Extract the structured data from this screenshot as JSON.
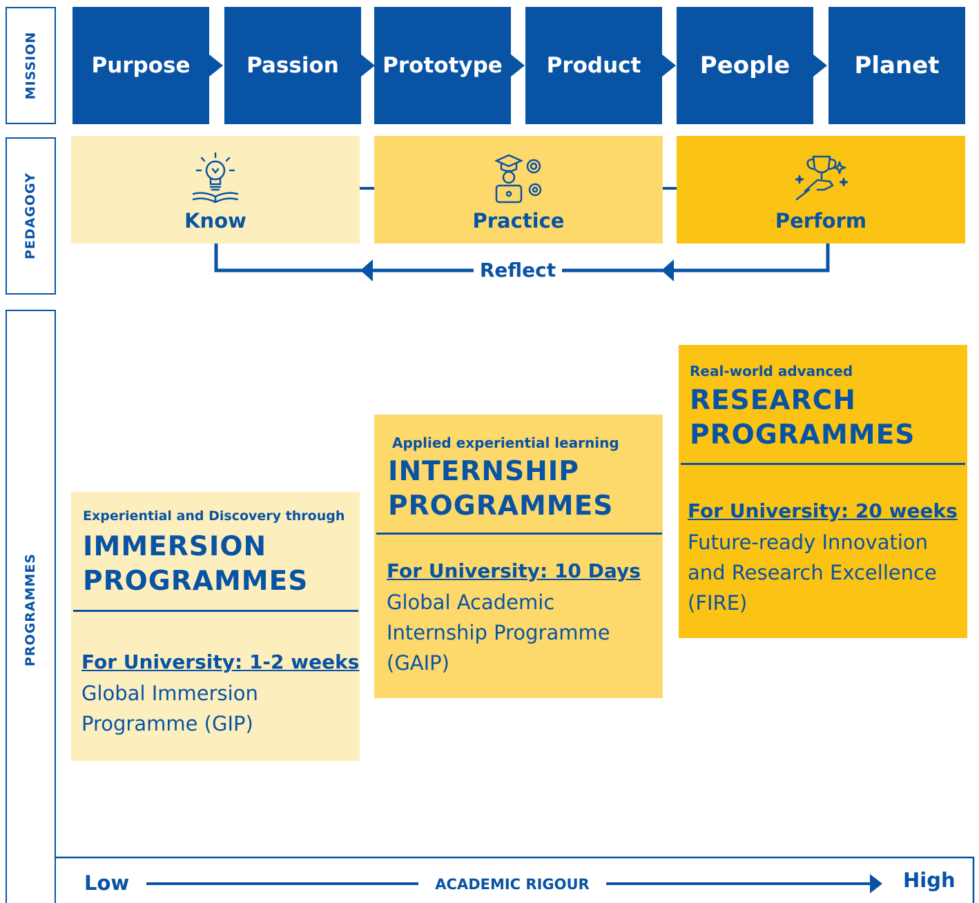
{
  "side_labels": {
    "mission": "MISSION",
    "pedagogy": "PEDAGOGY",
    "programmes": "PROGRAMMES"
  },
  "mission_steps": [
    "Purpose",
    "Passion",
    "Prototype",
    "Product",
    "People",
    "Planet"
  ],
  "pedagogy": {
    "know": "Know",
    "practice": "Practice",
    "perform": "Perform",
    "reflect": "Reflect"
  },
  "programmes": {
    "immersion": {
      "subtitle": "Experiential and Discovery through",
      "title_line1": "IMMERSION",
      "title_line2": "PROGRAMMES",
      "duration": "For University: 1-2 weeks",
      "desc_line1": "Global Immersion",
      "desc_line2": "Programme (GIP)"
    },
    "internship": {
      "subtitle": "Applied experiential learning",
      "title_line1": "INTERNSHIP",
      "title_line2": "PROGRAMMES",
      "duration": "For University: 10 Days",
      "desc_line1": "Global Academic",
      "desc_line2": "Internship Programme",
      "desc_line3": "(GAIP)"
    },
    "research": {
      "subtitle": "Real-world advanced",
      "title_line1": "RESEARCH",
      "title_line2": "PROGRAMMES",
      "duration": "For University: 20 weeks",
      "desc_line1": "Future-ready Innovation",
      "desc_line2": "and Research Excellence",
      "desc_line3": "(FIRE)"
    }
  },
  "axis": {
    "low": "Low",
    "label": "ACADEMIC RIGOUR",
    "high": "High"
  },
  "colors": {
    "blue": "#0853a4",
    "light_yellow": "#fdeebd",
    "mid_yellow": "#fdd86a",
    "strong_yellow": "#fbc314"
  },
  "icons": {
    "know": "lightbulb-book-icon",
    "practice": "graduate-laptop-gears-icon",
    "perform": "trophy-hand-icon"
  }
}
